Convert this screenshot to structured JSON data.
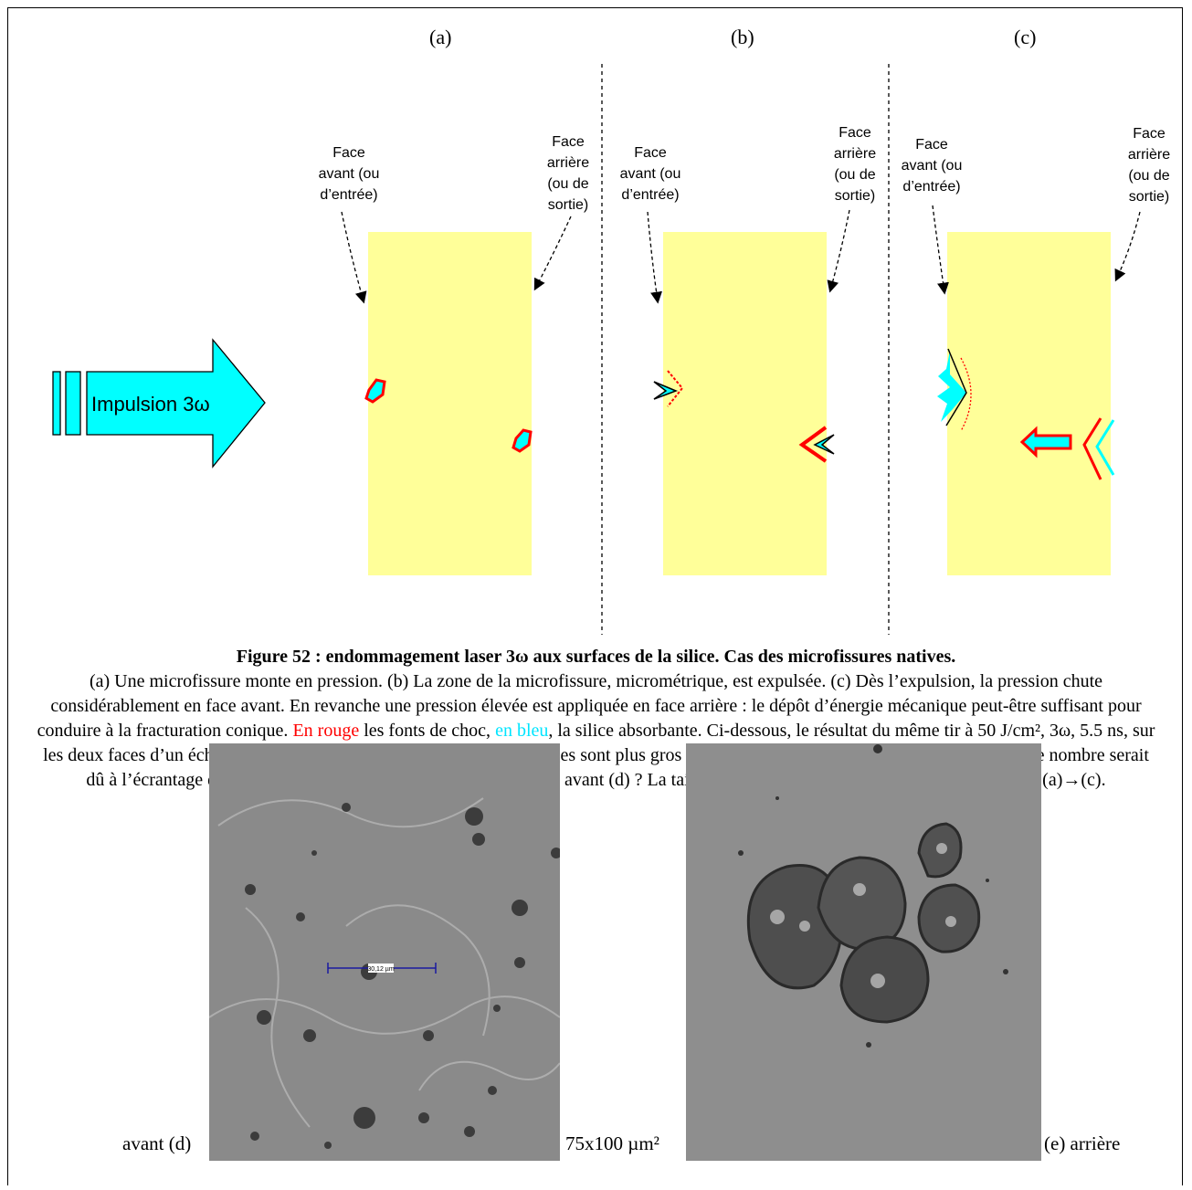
{
  "figure": {
    "panels": [
      {
        "id": "a",
        "label": "(a)"
      },
      {
        "id": "b",
        "label": "(b)"
      },
      {
        "id": "c",
        "label": "(c)"
      }
    ],
    "front_face_label": [
      "Face",
      "avant (ou",
      "d’entrée)"
    ],
    "back_face_label": [
      "Face",
      "arrière",
      "(ou de",
      "sortie)"
    ],
    "impulse_label": "Impulsion 3ω",
    "colors": {
      "slab": "#ffff99",
      "absorbing": "#00ffff",
      "shock_front": "#ff0000"
    }
  },
  "caption": {
    "title": "Figure 52 : endommagement laser 3ω aux surfaces de la silice. Cas des microfissures natives.",
    "text_1": "(a) Une microfissure monte en pression. (b) La zone de la microfissure, micrométrique, est expulsée. (c) Dès l’expulsion, la pression chute considérablement en face avant. En revanche une pression élevée est appliquée en face arrière : le dépôt d’énergie mécanique peut-être suffisant pour conduire à la fracturation conique. ",
    "text_red": "En rouge",
    "text_2": " les fonts de choc, ",
    "text_cyan": "en bleu",
    "text_3": ", la silice absorbante. Ci-dessous, le résultat du même tir à 50 J/cm², 3ω, 5.5 ns, sur les deux faces d’un échantillon superpoli. Face arrière (e), les dommages sont plus gros et plus profonds mais moins nombreux : le faible nombre serait dû à l’écrantage d’une partie du faisceau par l’absorption en face avant (d) ? La taille plus importante est expliquée par le scénario (a)→(c)."
  },
  "photos": {
    "front_label": "avant (d)",
    "scale_label": "75x100 µm²",
    "back_label": "(e) arrière",
    "scale_bar_text": "30,12 µm"
  }
}
